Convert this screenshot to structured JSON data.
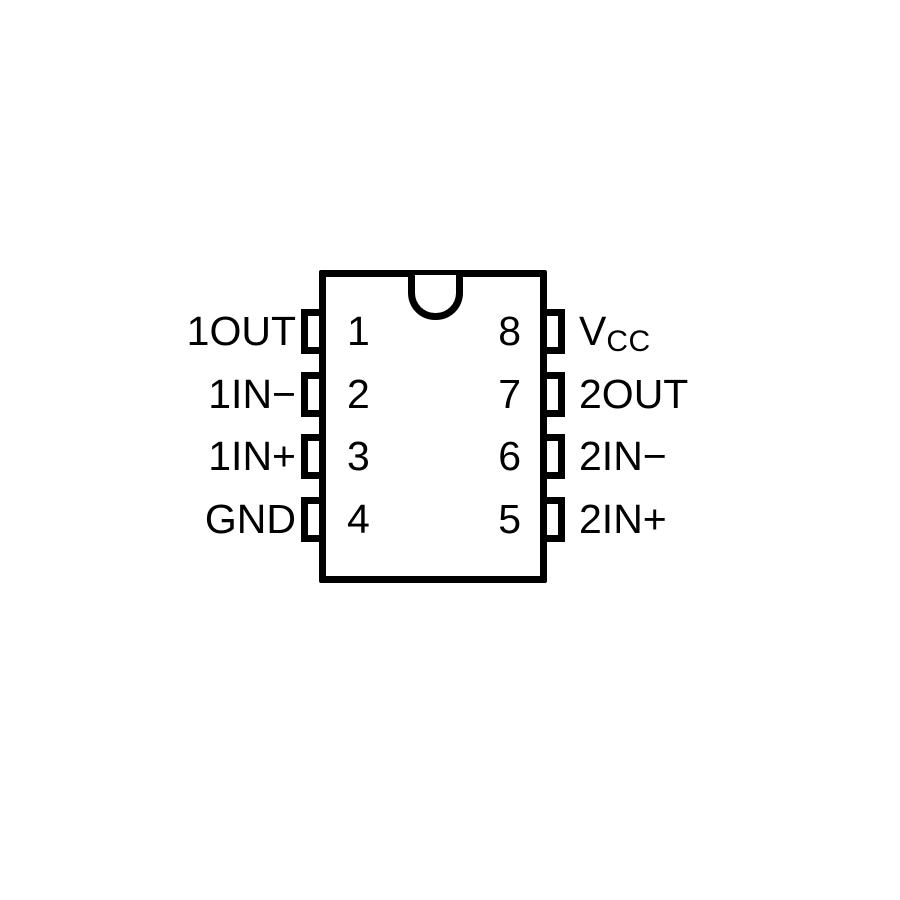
{
  "diagram_type": "ic-package-pinout",
  "pins": {
    "left": [
      {
        "number": "1",
        "label": "1OUT"
      },
      {
        "number": "2",
        "label": "1IN−"
      },
      {
        "number": "3",
        "label": "1IN+"
      },
      {
        "number": "4",
        "label": "GND"
      }
    ],
    "right": [
      {
        "number": "8",
        "label": "V",
        "label_sub": "CC"
      },
      {
        "number": "7",
        "label": "2OUT"
      },
      {
        "number": "6",
        "label": "2IN−"
      },
      {
        "number": "5",
        "label": "2IN+"
      }
    ]
  },
  "colors": {
    "line": "#000000",
    "background": "#ffffff"
  }
}
